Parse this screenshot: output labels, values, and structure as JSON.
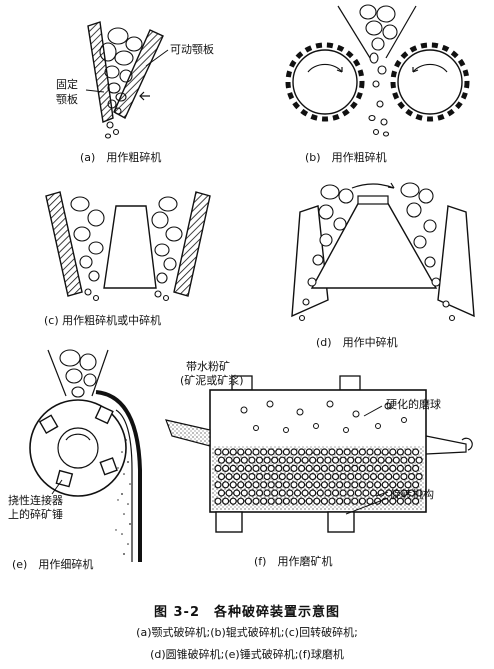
{
  "panels": {
    "a": {
      "caption": "(a)　用作粗碎机",
      "movable_label": "可动颚板",
      "fixed_label_1": "固定",
      "fixed_label_2": "颚板"
    },
    "b": {
      "caption": "(b)　用作粗碎机"
    },
    "c": {
      "caption": "(c) 用作粗碎机或中碎机"
    },
    "d": {
      "caption": "(d)　用作中碎机"
    },
    "e": {
      "caption": "(e)　用作细碎机",
      "hammer_label_1": "挠性连接器",
      "hammer_label_2": "上的碎矿锤"
    },
    "f": {
      "caption": "(f)　用作磨矿机",
      "feed_label_1": "带水粉矿",
      "feed_label_2": "(矿泥或矿浆)",
      "ball_label": "硬化的磨球",
      "rotate_label": "旋转机构"
    }
  },
  "caption": {
    "title": "图 3-2　各种破碎装置示意图",
    "line1": "(a)颚式破碎机;(b)辊式破碎机;(c)回转破碎机;",
    "line2": "(d)圆锥破碎机;(e)锤式破碎机;(f)球磨机"
  }
}
